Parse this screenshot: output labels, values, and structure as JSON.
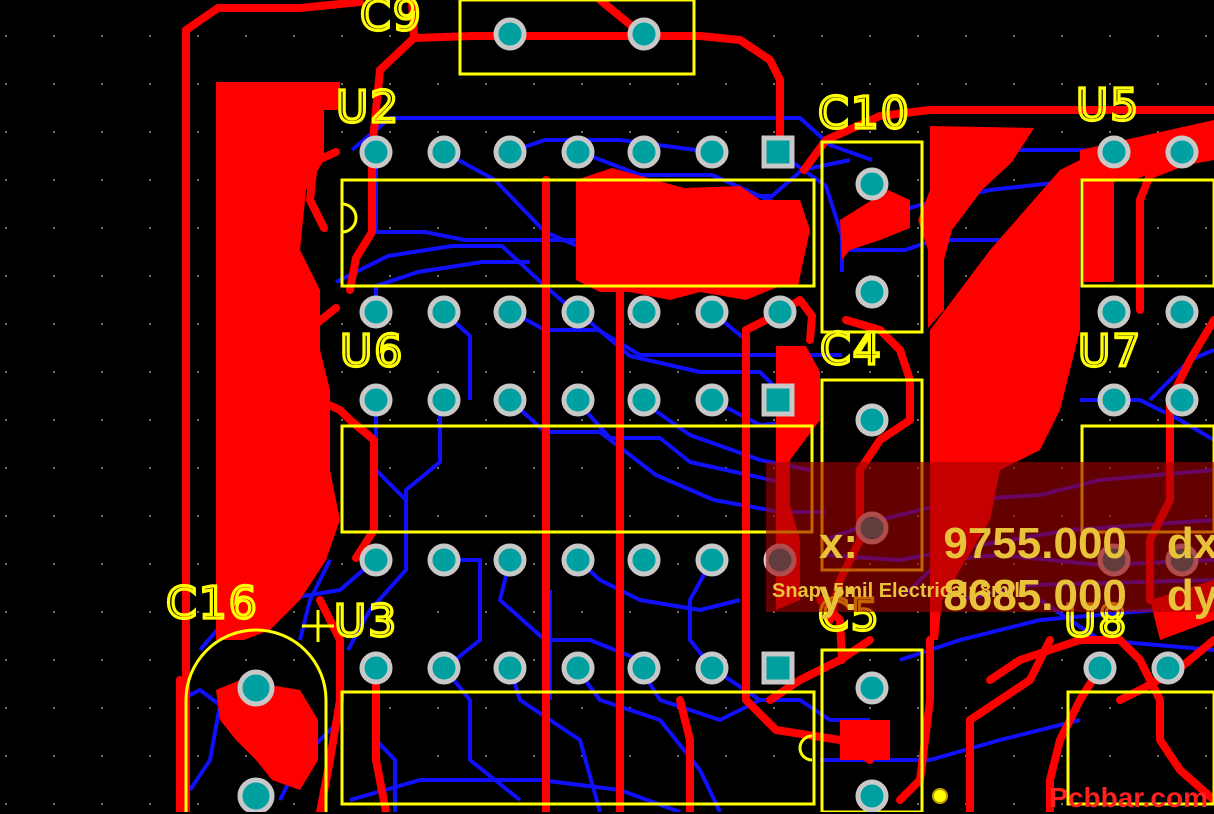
{
  "board": {
    "designators": {
      "c9": "C9",
      "u2": "U2",
      "c10": "C10",
      "u5": "U5",
      "u6": "U6",
      "c4": "C4",
      "u7": "U7",
      "c16": "C16",
      "plus": "+",
      "u3": "U3",
      "c5": "C5",
      "u8": "U8"
    }
  },
  "readout": {
    "x_label": "x:",
    "x_value": "9755.000",
    "dx_label": "dx:",
    "y_label": "y:",
    "y_value": "8685.000",
    "dy_label": "dy:",
    "snap_text": "Snap: 5mil Electrical: 8mil"
  },
  "watermark": "Pcbbar.com",
  "colors": {
    "background": "#000000",
    "top_copper": "#ff0000",
    "bottom_copper": "#1010ff",
    "silkscreen": "#ffff00",
    "pad": "#00a0a0",
    "pad_ring": "#c8c8c8",
    "readout_text": "#e8c238"
  },
  "icons": [
    "crosshair-cursor"
  ]
}
